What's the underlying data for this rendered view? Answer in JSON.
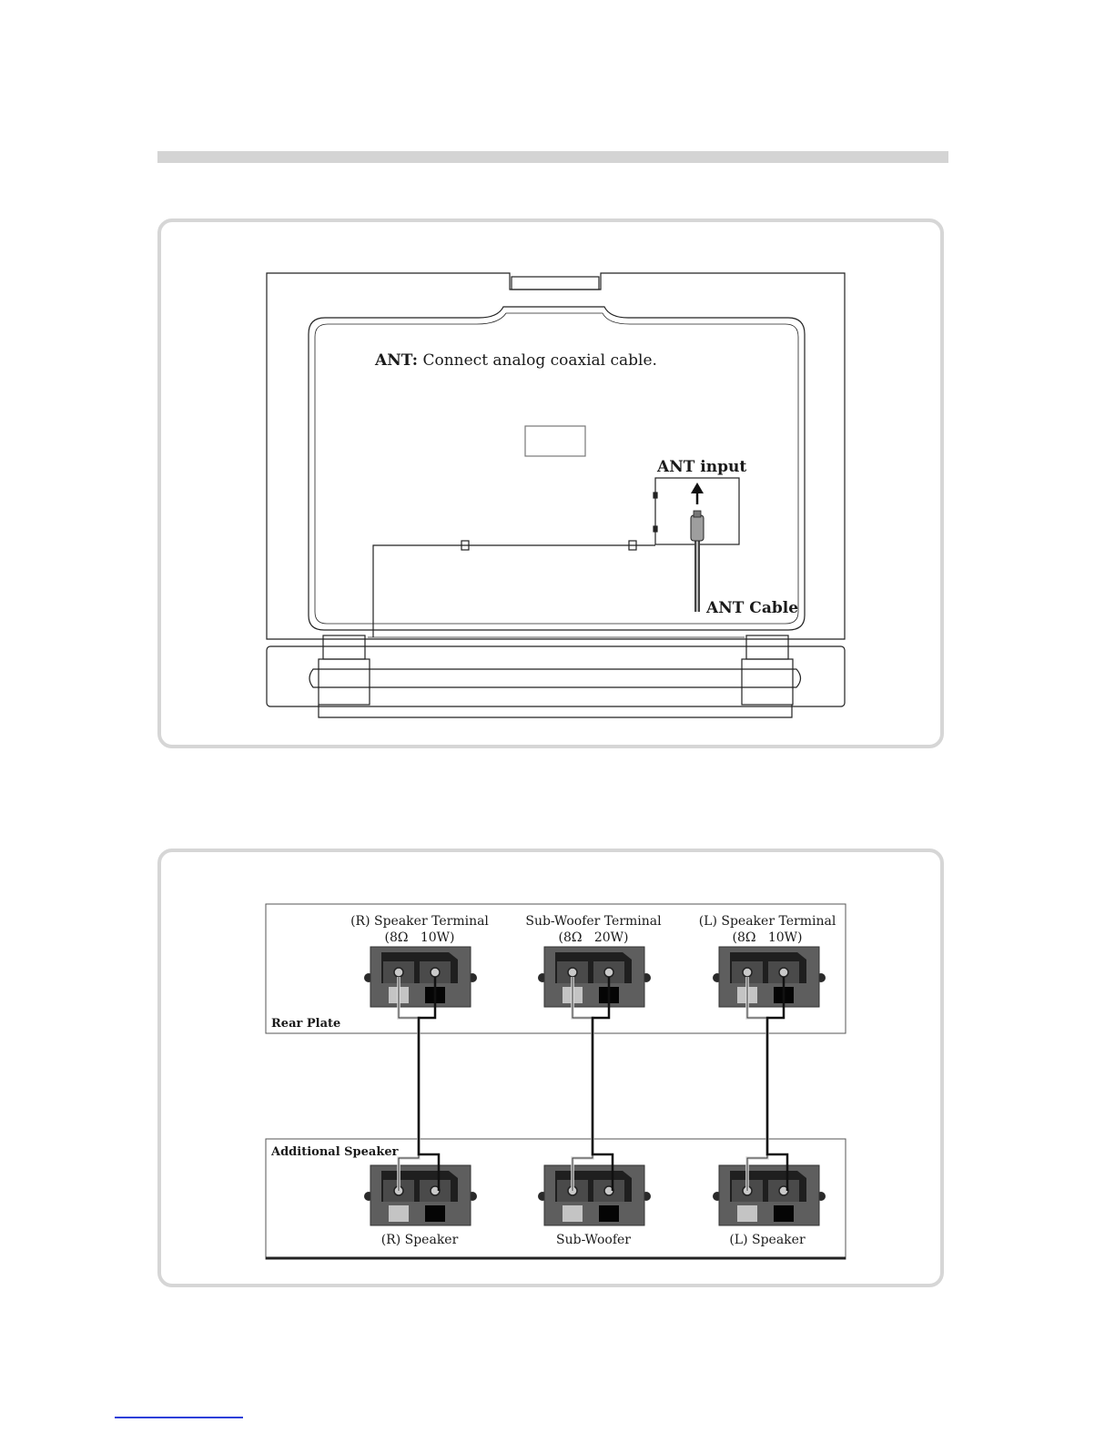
{
  "antenna": {
    "instruction_bold": "ANT:",
    "instruction_text": " Connect analog coaxial cable.",
    "input_label": "ANT input",
    "cable_label": "ANT Cable"
  },
  "speakers": {
    "rear_plate_label": "Rear Plate",
    "additional_label": "Additional Speaker",
    "terminals": [
      {
        "title": "(R) Speaker Terminal",
        "spec": "(8Ω   10W)",
        "speaker_label": "(R) Speaker"
      },
      {
        "title": "Sub-Woofer Terminal",
        "spec": "(8Ω   20W)",
        "speaker_label": "Sub-Woofer"
      },
      {
        "title": "(L) Speaker Terminal",
        "spec": "(8Ω   10W)",
        "speaker_label": "(L) Speaker"
      }
    ]
  },
  "colors": {
    "frame": "#d6d6d6",
    "header_bar": "#d4d4d4",
    "terminal_body": "#5e5e5e",
    "footer_rule": "#2b3fd8"
  }
}
